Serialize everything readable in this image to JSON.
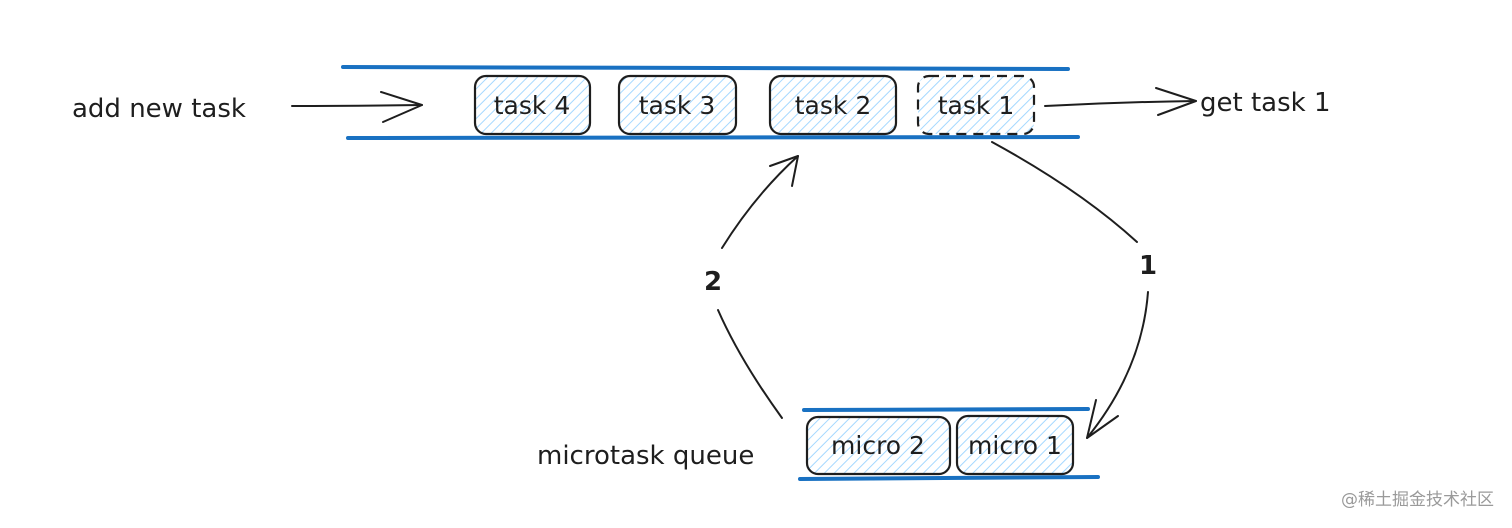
{
  "labels": {
    "add_new_task": "add new task",
    "get_task": "get task 1",
    "microtask_queue": "microtask queue"
  },
  "task_queue": [
    {
      "label": "task 4",
      "style": "solid"
    },
    {
      "label": "task 3",
      "style": "solid"
    },
    {
      "label": "task 2",
      "style": "solid"
    },
    {
      "label": "task 1",
      "style": "dashed"
    }
  ],
  "microtask_queue_items": [
    {
      "label": "micro 2"
    },
    {
      "label": "micro 1"
    }
  ],
  "steps": {
    "step_1": "1",
    "step_2": "2"
  },
  "watermark": "@稀土掘金技术社区",
  "colors": {
    "rail": "#1971c2",
    "hatch": "#a5d8ff",
    "stroke": "#1e1e1e"
  }
}
